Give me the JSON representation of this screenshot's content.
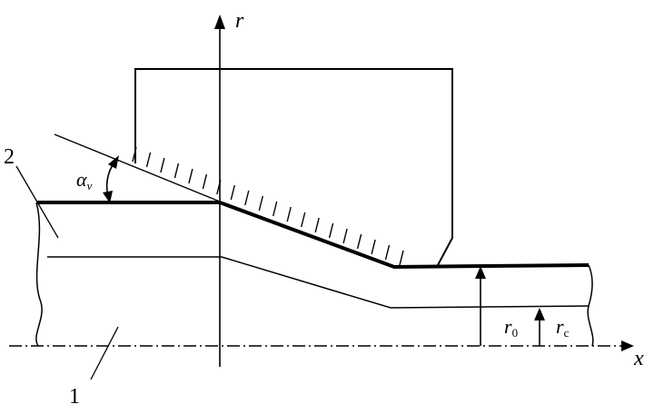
{
  "labels": {
    "axis_r": "r",
    "axis_x": "x",
    "part_2": "2",
    "part_1": "1",
    "angle": "α",
    "angle_sub": "v",
    "r0_main": "r",
    "r0_sub": "0",
    "rc_main": "r",
    "rc_sub": "c"
  }
}
